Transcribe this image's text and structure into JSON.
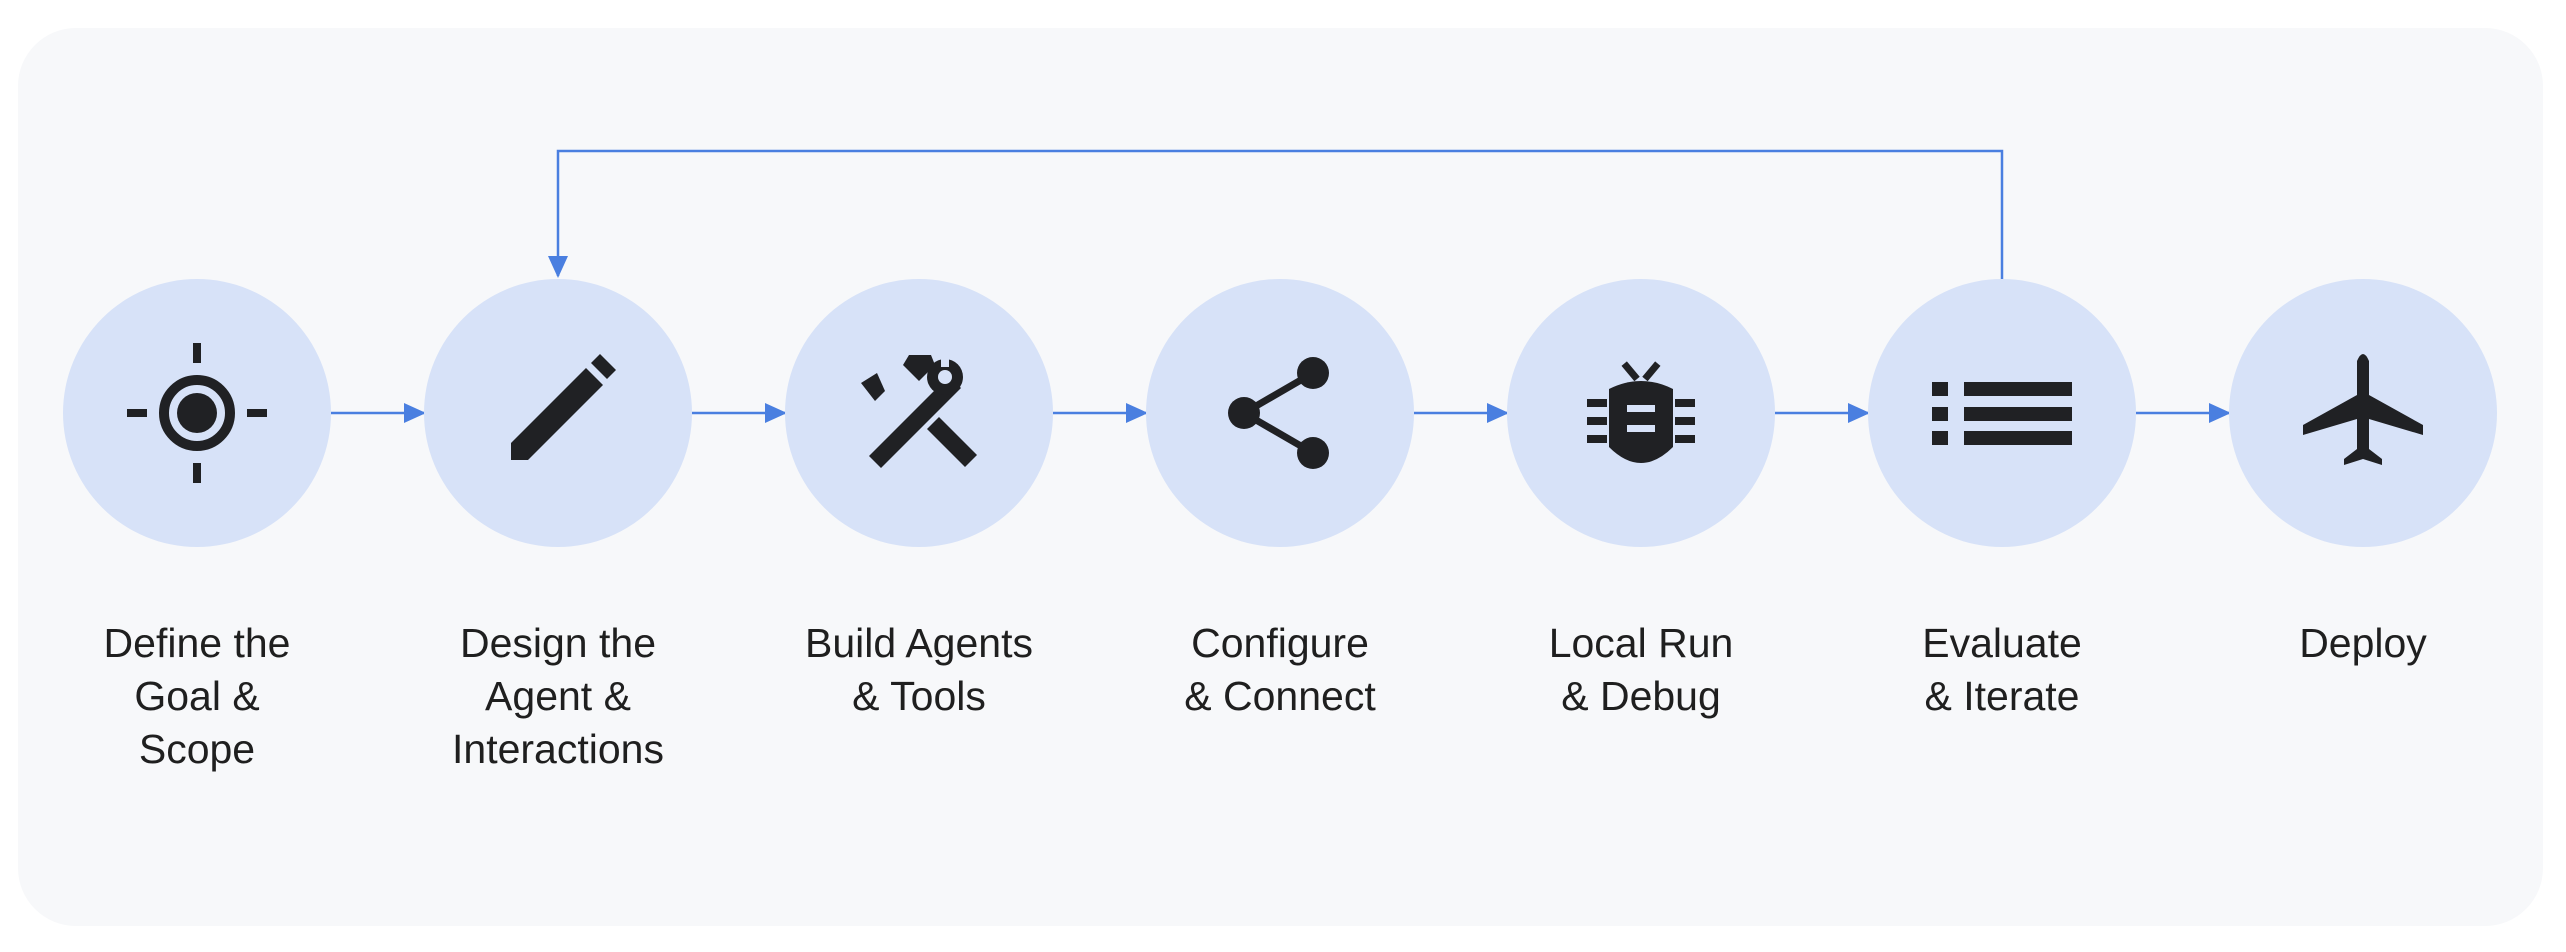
{
  "colors": {
    "panel_background": "#f7f8fa",
    "circle_fill": "#d7e2f8",
    "icon_color": "#202124",
    "arrow_color": "#4a7fe0",
    "label_color": "#1f1f1f"
  },
  "steps": [
    {
      "icon": "target-icon",
      "label_lines": [
        "Define the",
        "Goal &",
        "Scope"
      ]
    },
    {
      "icon": "pencil-icon",
      "label_lines": [
        "Design the",
        "Agent &",
        "Interactions"
      ]
    },
    {
      "icon": "tools-icon",
      "label_lines": [
        "Build Agents",
        "& Tools"
      ]
    },
    {
      "icon": "share-icon",
      "label_lines": [
        "Configure",
        "& Connect"
      ]
    },
    {
      "icon": "bug-icon",
      "label_lines": [
        "Local Run",
        "& Debug"
      ]
    },
    {
      "icon": "list-icon",
      "label_lines": [
        "Evaluate",
        "& Iterate"
      ]
    },
    {
      "icon": "airplane-icon",
      "label_lines": [
        "Deploy"
      ]
    }
  ],
  "flow": {
    "sequence": [
      "step-1",
      "step-2",
      "step-3",
      "step-4",
      "step-5",
      "step-6",
      "step-7"
    ],
    "feedback_loop": {
      "from": "step-6",
      "to": "step-2"
    }
  }
}
